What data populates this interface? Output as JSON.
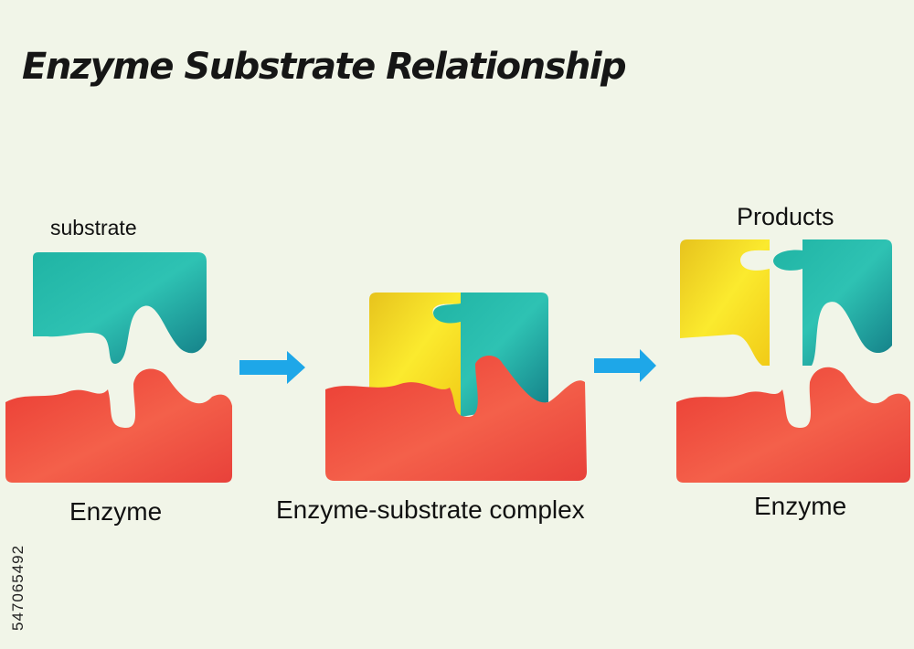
{
  "title": "Enzyme Substrate Relationship",
  "labels": {
    "substrate": "substrate",
    "products": "Products",
    "enzyme_left": "Enzyme",
    "complex": "Enzyme-substrate complex",
    "enzyme_right": "Enzyme"
  },
  "watermark_id": "547065492",
  "colors": {
    "background": "#f1f5e8",
    "enzyme": "#ef4a3c",
    "substrate": "#1aa6a0",
    "product_yellow": "#f4d21e",
    "arrow": "#1ea7e8"
  },
  "icons": [
    "right-arrow-icon"
  ]
}
